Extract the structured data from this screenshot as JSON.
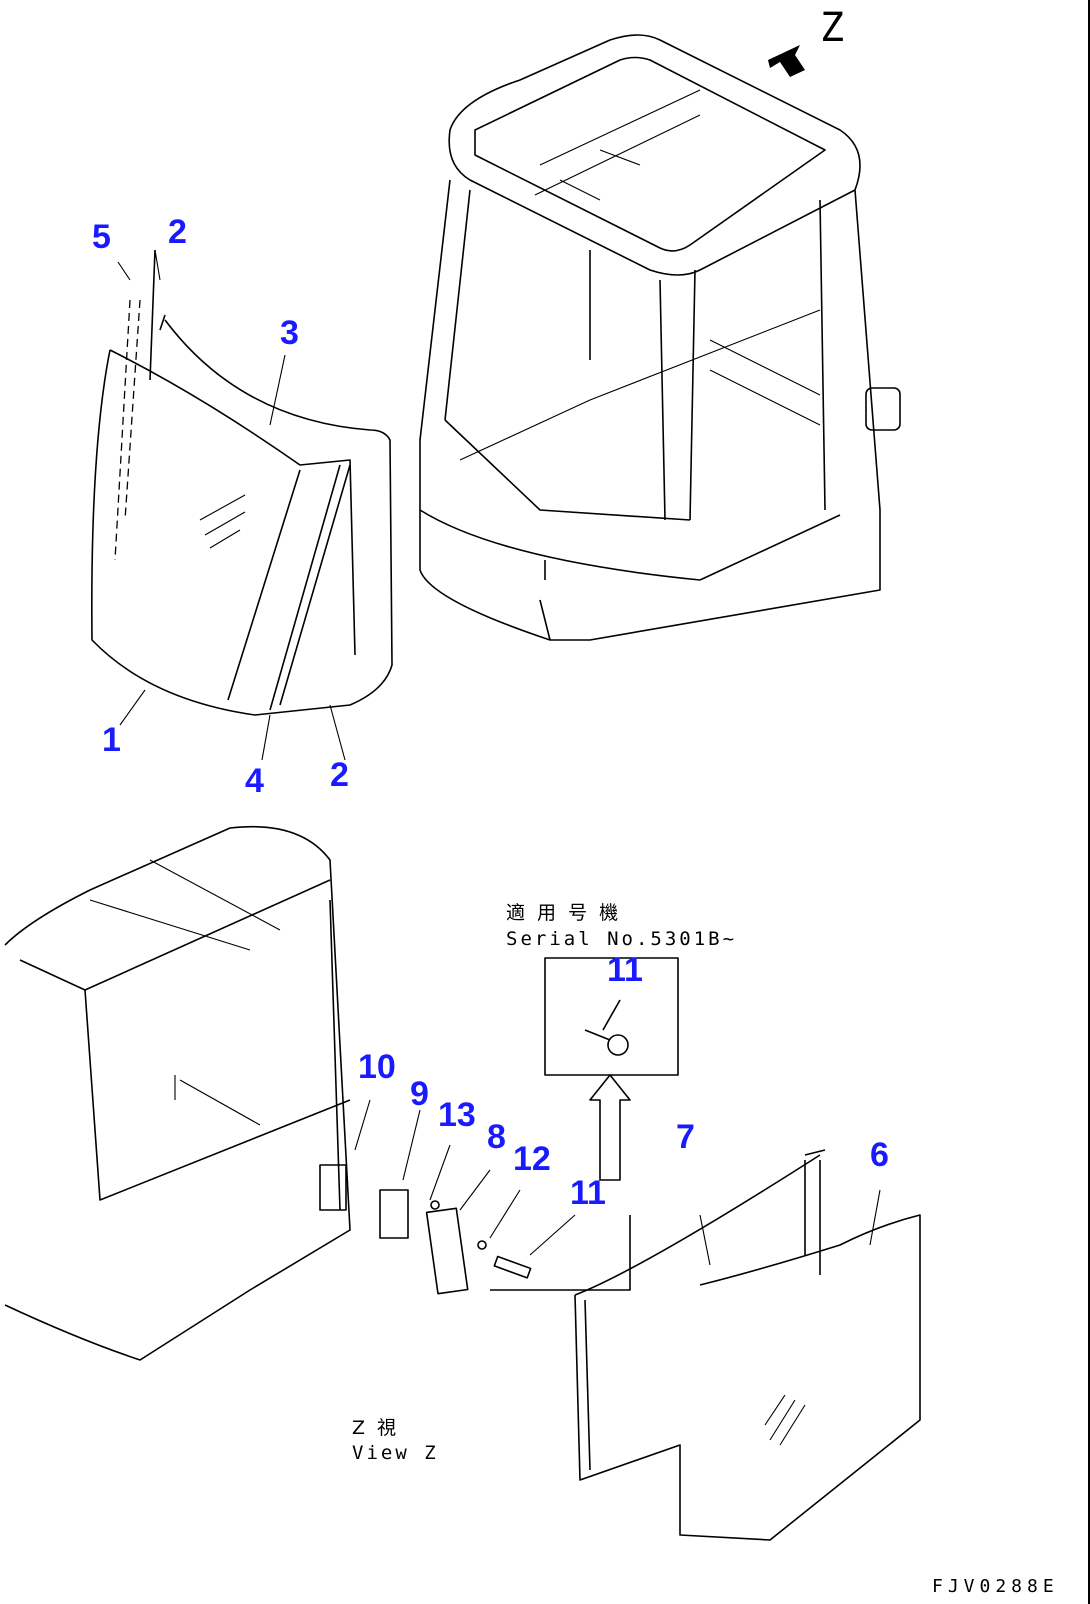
{
  "view_marker": "Z",
  "callouts": {
    "c1": "1",
    "c2a": "2",
    "c2b": "2",
    "c3": "3",
    "c4": "4",
    "c5": "5",
    "c6": "6",
    "c7": "7",
    "c8": "8",
    "c9": "9",
    "c10": "10",
    "c11a": "11",
    "c11b": "11",
    "c12": "12",
    "c13": "13"
  },
  "applicability": {
    "jp": "適 用 号 機",
    "en": "Serial No.5301B~"
  },
  "view_label": {
    "jp": "Z  視",
    "en": "View Z"
  },
  "drawing_code": "FJV0288E",
  "colors": {
    "callout": "#1a1aff",
    "line": "#000000"
  }
}
